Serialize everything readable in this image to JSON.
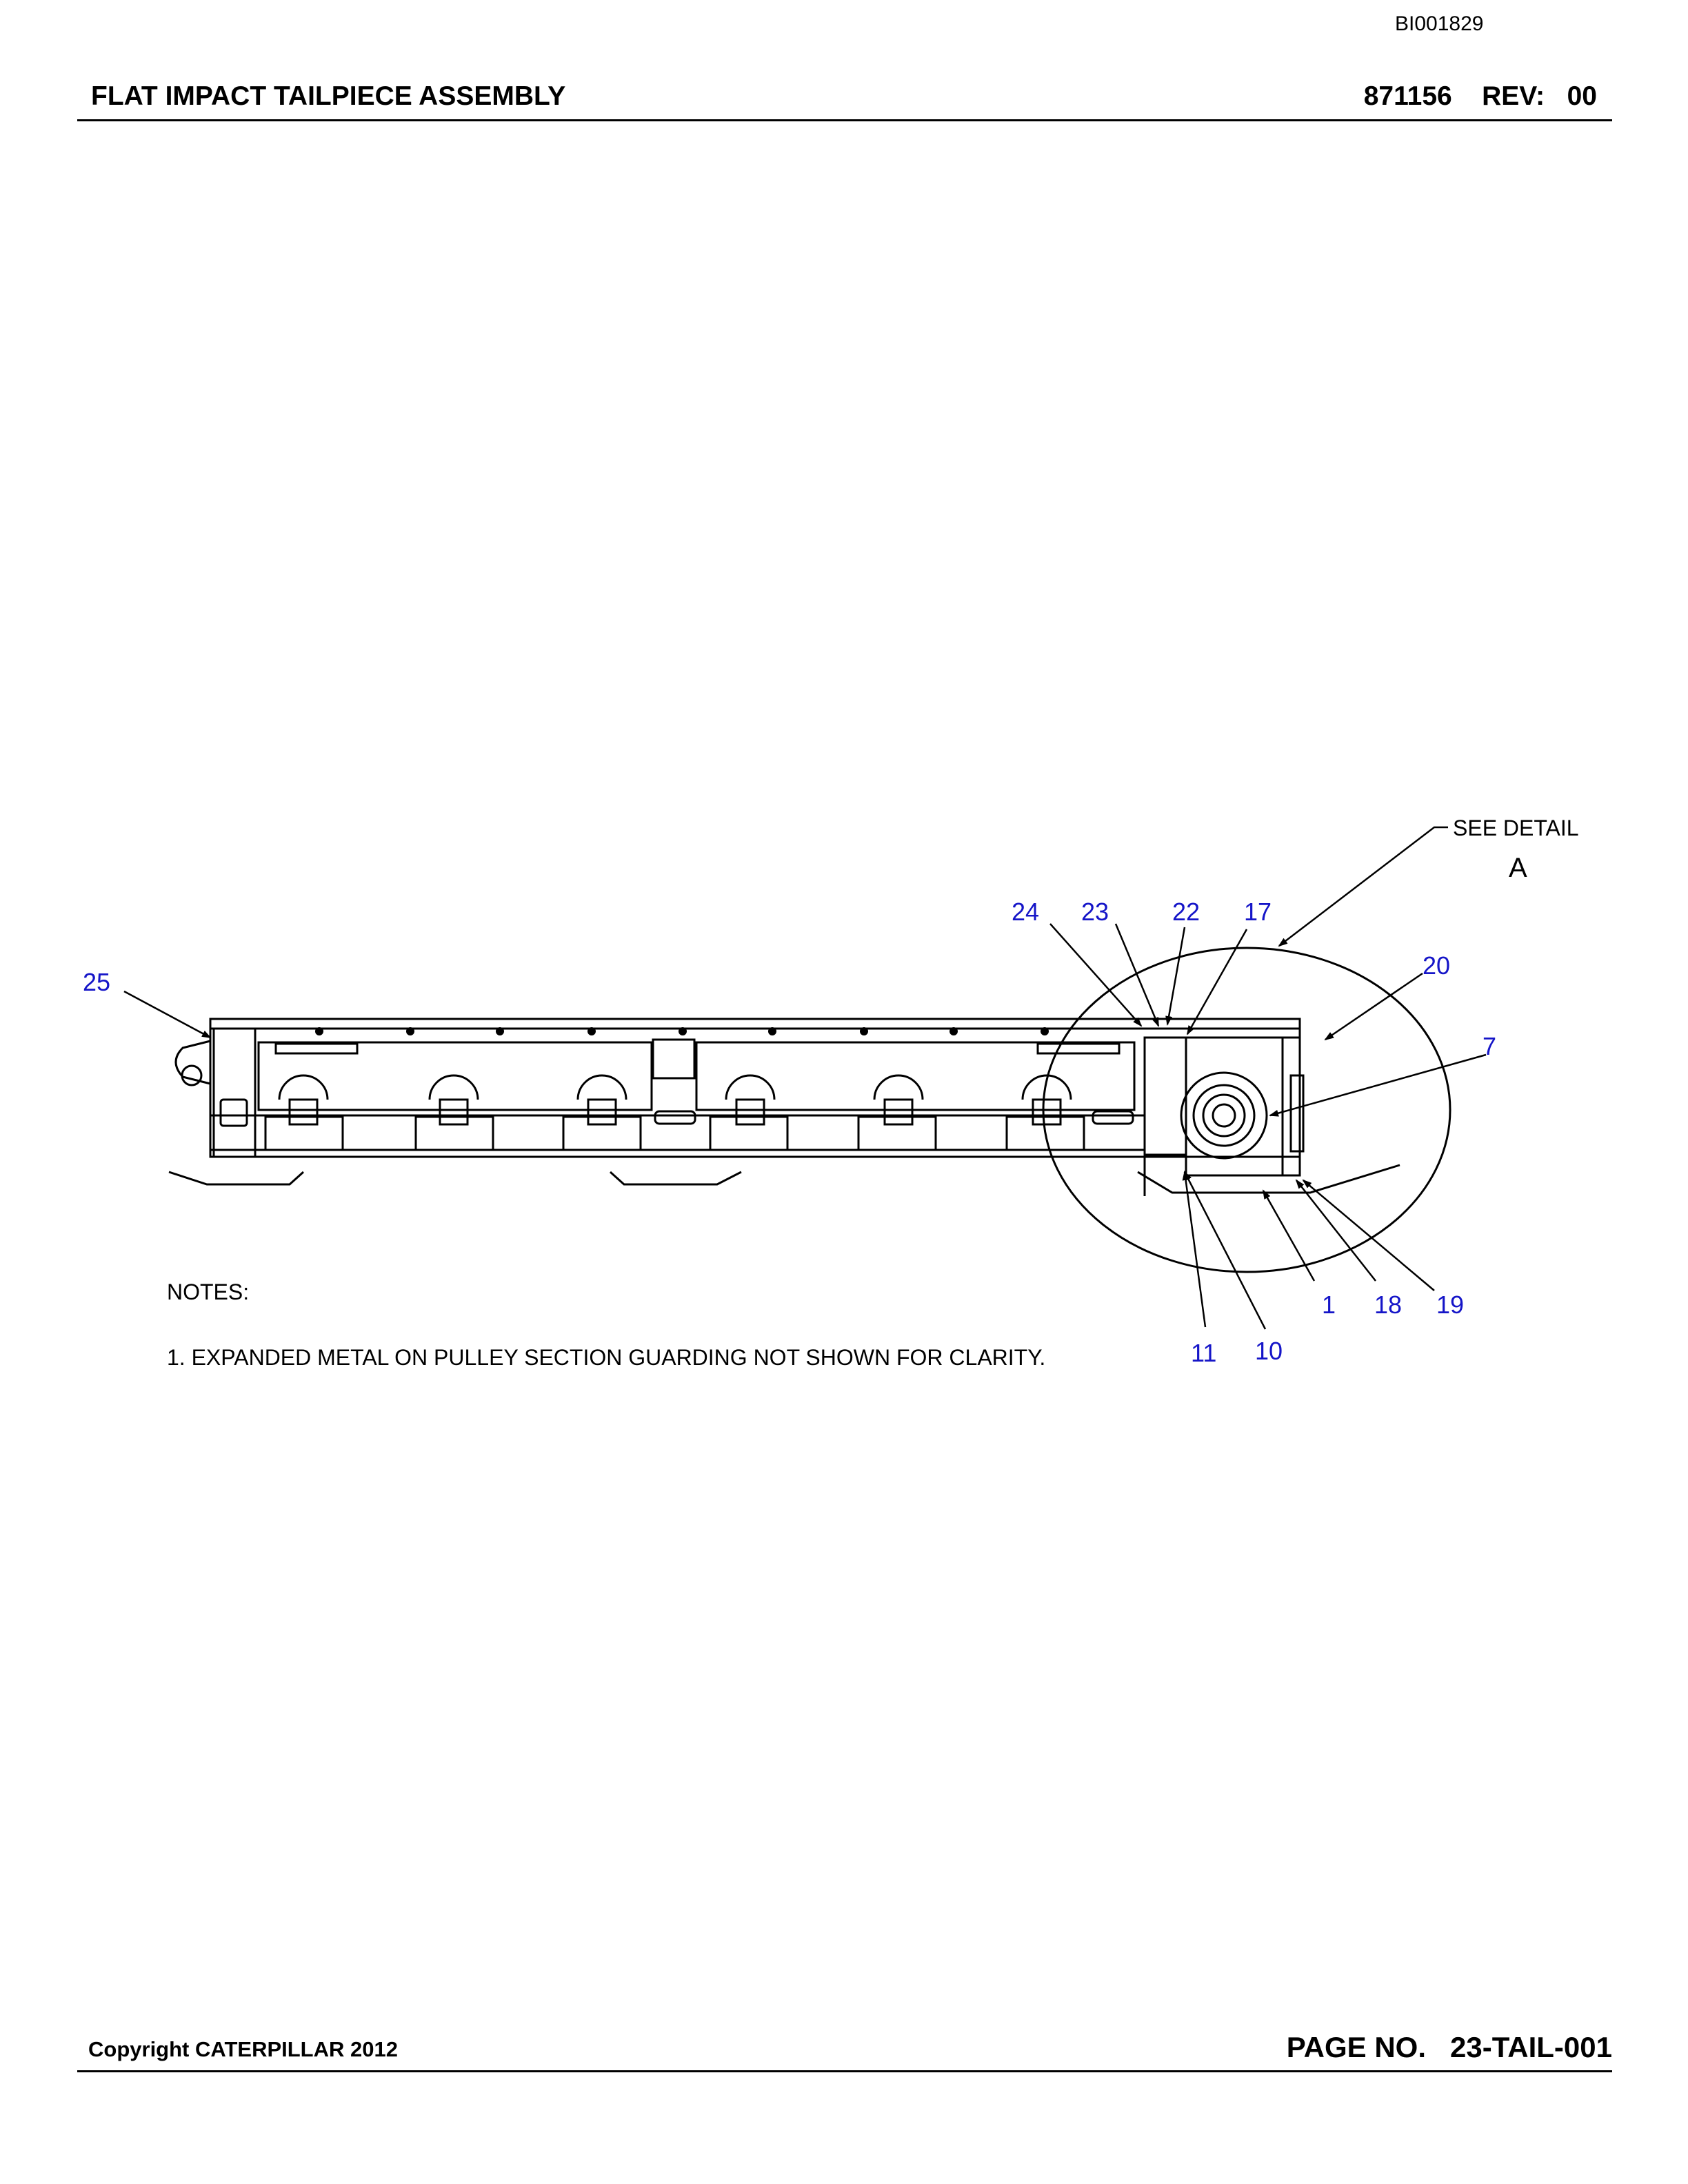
{
  "header": {
    "doc_id": "BI001829",
    "title": "FLAT IMPACT TAILPIECE ASSEMBLY",
    "part_number": "871156",
    "rev_label": "REV:",
    "rev_value": "00"
  },
  "drawing": {
    "see_detail": "SEE DETAIL",
    "detail_letter": "A",
    "callouts": {
      "c1": "1",
      "c7": "7",
      "c10": "10",
      "c11": "11",
      "c17": "17",
      "c18": "18",
      "c19": "19",
      "c20": "20",
      "c22": "22",
      "c23": "23",
      "c24": "24",
      "c25": "25"
    }
  },
  "notes": {
    "heading": "NOTES:",
    "items": [
      "1. EXPANDED METAL ON PULLEY SECTION GUARDING NOT SHOWN FOR CLARITY."
    ]
  },
  "footer": {
    "copyright": "Copyright CATERPILLAR 2012",
    "page_label": "PAGE NO.",
    "page_value": "23-TAIL-001"
  },
  "colors": {
    "callout": "#1515c8",
    "line": "#000000"
  }
}
